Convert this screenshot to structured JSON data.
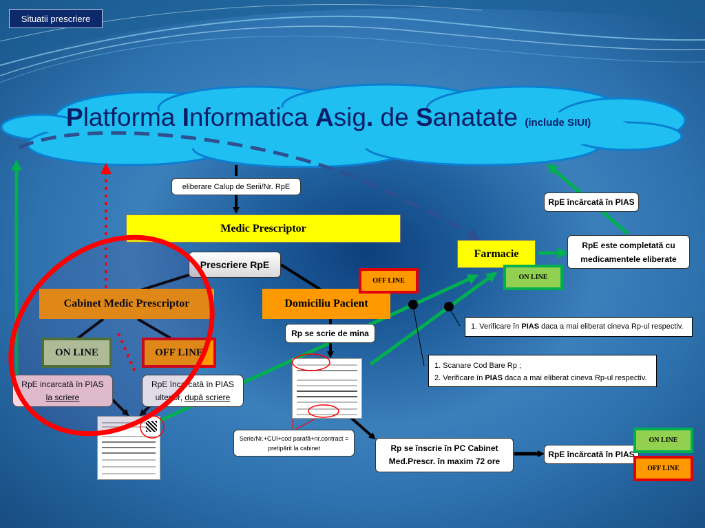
{
  "slide": {
    "tag": "Situatii prescriere"
  },
  "title": {
    "p1": "P",
    "p1_rest": "latforma ",
    "p2": "I",
    "p2_rest": "nformatica ",
    "p3": "A",
    "p3_rest": "sig",
    "dot": ".",
    "p4_pre": " de ",
    "p5": "S",
    "p5_rest": "anatate",
    "sub": "(include SIUI)"
  },
  "boxes": {
    "calup": "eliberare Calup de Serii/Nr. RpE",
    "medic": "Medic Prescriptor",
    "prescriere": "Prescriere RpE",
    "cabinet": "Cabinet Medic Prescriptor",
    "domiciliu": "Domiciliu Pacient",
    "online_left": "ON LINE",
    "offline_left": "OFF LINE",
    "rpe_pias_left_1": "RpE incarcată în PIAS",
    "rpe_pias_left_2": "la scriere",
    "rpe_ulterior_1": "RpE încarcată în PIAS",
    "rpe_ulterior_2": "ulterior, ",
    "rpe_ulterior_3": "după scriere",
    "offline_mid": "OFF LINE",
    "rp_mina": "Rp se scrie de mina",
    "serie": "Serie/Nr.+CUI+cod parafă+nr.contract = pretipărit la cabinet",
    "rp_inscrie": "Rp se înscrie în PC Cabinet Med.Prescr. în maxim 72 ore",
    "rpe_pias_bottom": "RpE încărcată în PIAS",
    "online_bottom": "ON LINE",
    "offline_bottom": "OFF LINE",
    "farmacie": "Farmacie",
    "online_farm": "ON LINE",
    "rpe_pias_top": "RpE încărcată în PIAS",
    "completata": "RpE este completată cu medicamentele eliberate"
  },
  "notes": {
    "n1_pre": "1. Verificare în ",
    "n1_bold": "PIAS",
    "n1_post": " daca a mai eliberat cineva Rp-ul respectiv.",
    "n2_l1": "1. Scanare Cod Bare Rp ;",
    "n2_l2_pre": "2. Verificare în ",
    "n2_l2_bold": "PIAS",
    "n2_l2_post": " daca a mai eliberat cineva Rp-ul respectiv."
  },
  "colors": {
    "online": "#92d050",
    "offline": "#ff9900",
    "green_arrow": "#00b050",
    "red": "#ff0000",
    "yellow": "#ffff00",
    "cloud": "#1fbff2"
  }
}
